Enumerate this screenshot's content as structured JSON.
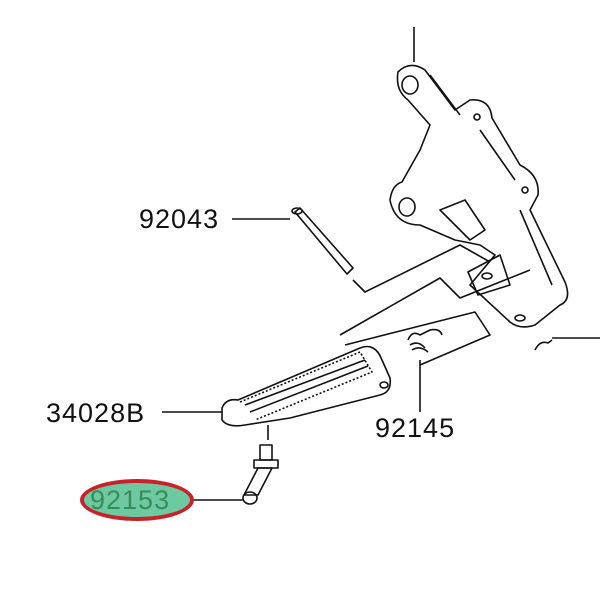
{
  "diagram": {
    "parts": [
      {
        "id": "bracket",
        "label": ""
      },
      {
        "id": "pin",
        "label": "92043"
      },
      {
        "id": "footpeg",
        "label": "34028B"
      },
      {
        "id": "spring",
        "label": "92145"
      },
      {
        "id": "bolt",
        "label": "92153",
        "highlighted": true
      }
    ],
    "colors": {
      "highlight_fill": "#6cc9a0",
      "highlight_stroke": "#c9202a",
      "line": "#111111"
    }
  }
}
